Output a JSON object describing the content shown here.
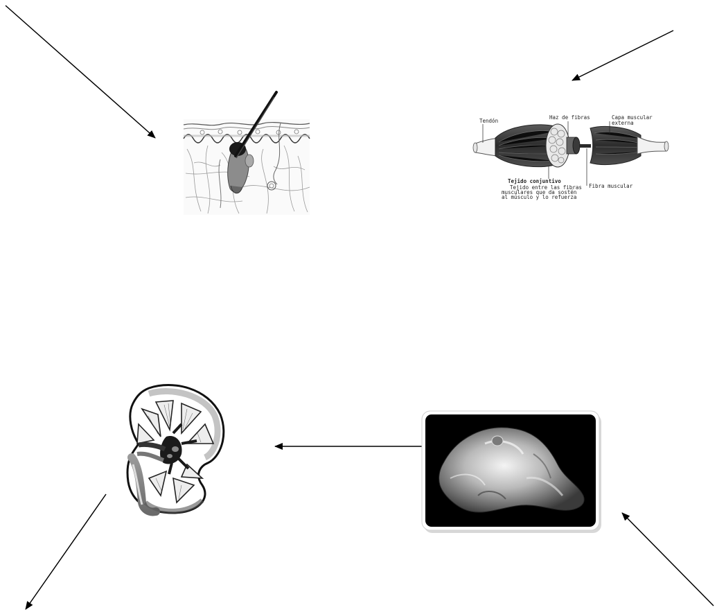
{
  "illustrations": {
    "skin": {
      "icon": "skin-hair-follicle-icon"
    },
    "muscle": {
      "icon": "muscle-structure-icon",
      "labels": {
        "tendon": "Tendón",
        "fiber_bundle": "Haz de fibras",
        "outer_layer_1": "Capa muscular",
        "outer_layer_2": "externa",
        "connective_title": "Tejido conjuntivo",
        "connective_desc_1": "Tejido entre las fibras",
        "connective_desc_2": "musculares que da sostén",
        "connective_desc_3": "al músculo y lo refuerza",
        "muscle_fiber": "Fibra muscular"
      }
    },
    "kidney": {
      "icon": "kidney-cross-section-icon"
    },
    "organ_photo": {
      "icon": "liver-organ-icon",
      "frame_color": "#000000"
    }
  },
  "colors": {
    "arrow": "#000000",
    "background": "#ffffff"
  }
}
